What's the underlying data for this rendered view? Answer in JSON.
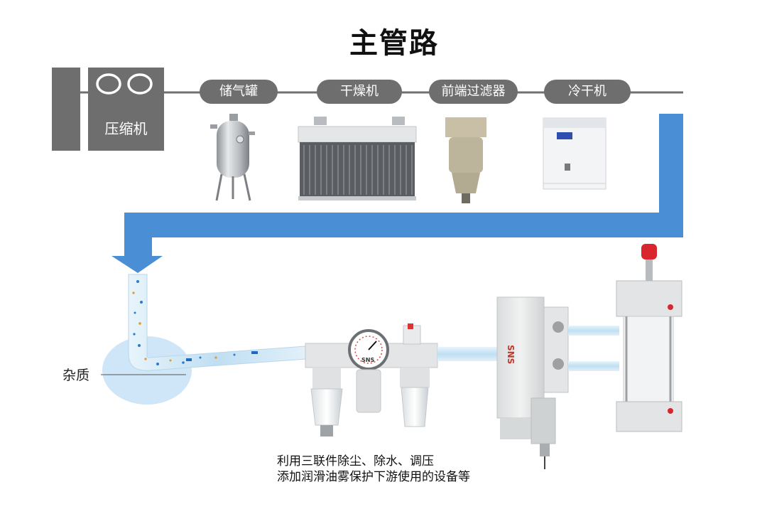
{
  "title": "主管路",
  "compressor": {
    "label": "压缩机"
  },
  "stations": [
    {
      "label": "储气罐",
      "icon": "air-tank-icon"
    },
    {
      "label": "干燥机",
      "icon": "dryer-icon"
    },
    {
      "label": "前端过滤器",
      "icon": "filter-icon"
    },
    {
      "label": "冷干机",
      "icon": "refrigerated-dryer-icon"
    }
  ],
  "impurity_label": "杂质",
  "caption": {
    "line1": "利用三联件除尘、除水、调压",
    "line2": "添加润滑油雾保护下游使用的设备等"
  },
  "brand_text": "SNS",
  "colors": {
    "pipe_gray": "#707070",
    "label_gray": "#6e6e6e",
    "main_flow_blue": "#4a8ed6",
    "pipe_light_blue": "#cfe6f5",
    "impurity_circle": "#cfe5f8"
  }
}
